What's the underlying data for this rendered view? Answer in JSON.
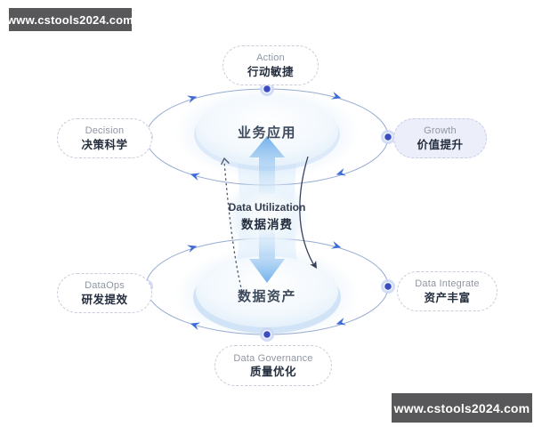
{
  "watermarks": {
    "top_left": "www.cstools2024.com",
    "bottom_right": "www.cstools2024.com"
  },
  "cycle": {
    "top_core": {
      "zh": "业务应用"
    },
    "bottom_core": {
      "zh": "数据资产"
    },
    "center_link": {
      "en": "Data Utilization",
      "zh": "数据消费"
    },
    "nodes": {
      "action": {
        "en": "Action",
        "zh": "行动敏捷"
      },
      "decision": {
        "en": "Decision",
        "zh": "决策科学"
      },
      "growth": {
        "en": "Growth",
        "zh": "价值提升"
      },
      "dataops": {
        "en": "DataOps",
        "zh": "研发提效"
      },
      "data_integrate": {
        "en": "Data Integrate",
        "zh": "资产丰富"
      },
      "data_governance": {
        "en": "Data Governance",
        "zh": "质量优化"
      }
    }
  },
  "colors": {
    "orbit_line": "#97abd2",
    "chevron_blue": "#3e6cd8",
    "dot_core": "#3b4cc0",
    "dot_halo": "#c9d6f5",
    "arrow_blue": "#58a3e8",
    "inner_ellipse_edge": "#d6e8f8",
    "growth_pill_fill": "#eceef9",
    "curve_dark": "#36415a",
    "watermark_bg": "#58585a"
  }
}
